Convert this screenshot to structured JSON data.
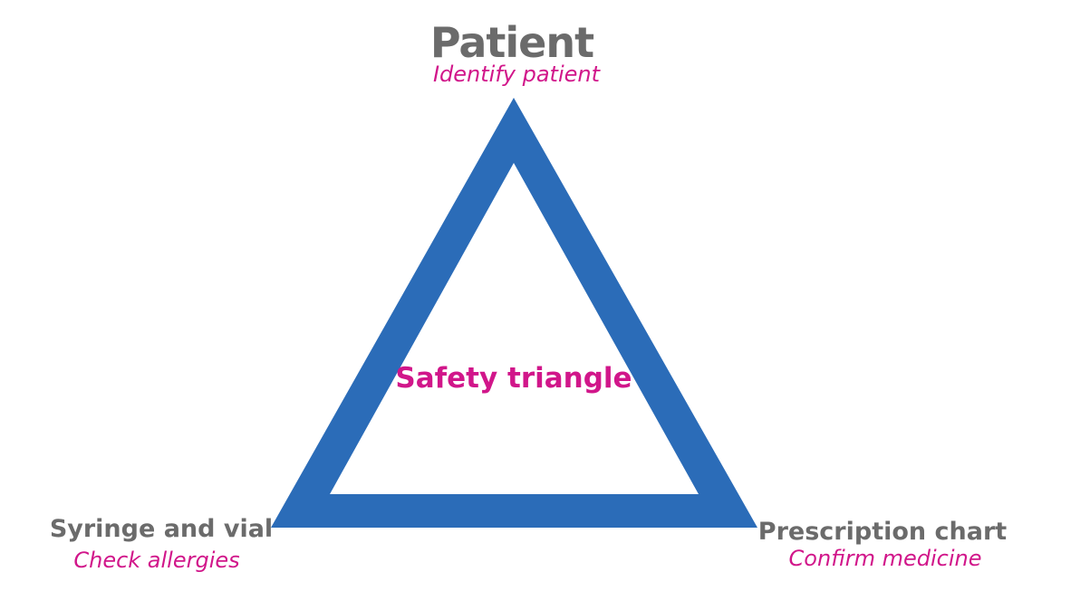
{
  "diagram": {
    "center_label": "Safety triangle",
    "vertices": {
      "top": {
        "title": "Patient",
        "subtitle": "Identify patient"
      },
      "bottom_left": {
        "title": "Syringe and vial",
        "subtitle": "Check allergies"
      },
      "bottom_right": {
        "title": "Prescription chart",
        "subtitle": "Confirm medicine"
      }
    }
  },
  "colors": {
    "triangle": "#2b6cb8",
    "title_text": "#6b6b6b",
    "accent_text": "#d1168a",
    "background": "#ffffff"
  }
}
